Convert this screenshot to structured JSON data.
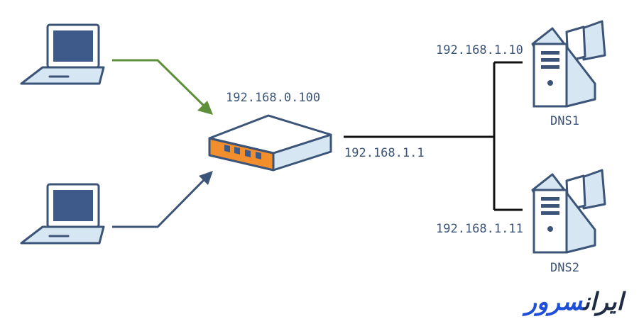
{
  "labels": {
    "router_ip": "192.168.0.100",
    "link_ip": "192.168.1.1",
    "dns1_ip": "192.168.1.10",
    "dns2_ip": "192.168.1.11",
    "dns1_name": "DNS1",
    "dns2_name": "DNS2"
  },
  "logo": {
    "text_dark": "ایران",
    "text_blue": "سرور"
  },
  "icons": {
    "laptop_top": "laptop-icon",
    "laptop_bottom": "laptop-icon",
    "router": "router-icon",
    "server1": "server-icon",
    "server2": "server-icon"
  },
  "colors": {
    "outline": "#3b5478",
    "fill_light": "#d6e6f2",
    "screen": "#3d5a8a",
    "accent_orange": "#f28e2b",
    "arrow_green": "#5f8f3a",
    "arrow_blue": "#3b5478",
    "line_black": "#111111",
    "logo_dark": "#1f2a44",
    "logo_blue": "#1f4fd8"
  }
}
